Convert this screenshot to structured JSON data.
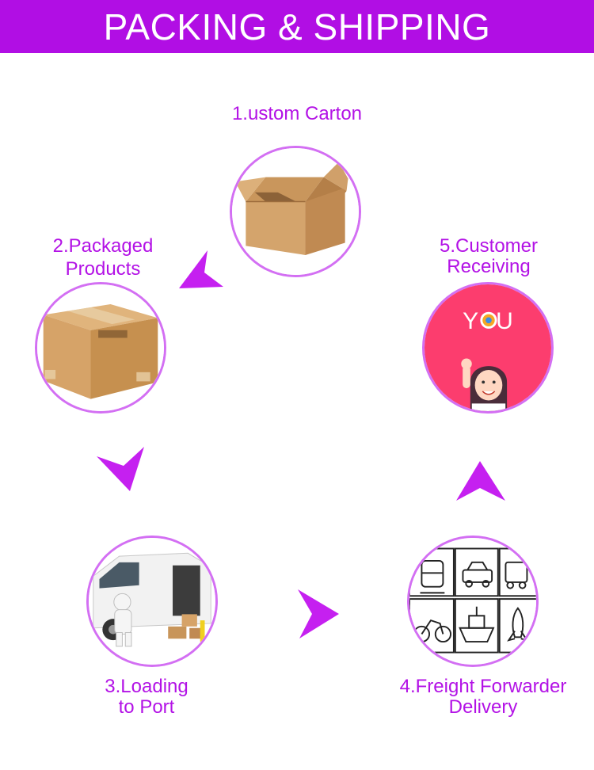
{
  "header": {
    "title": "PACKING & SHIPPING"
  },
  "steps": [
    {
      "lines": [
        "1.ustom Carton"
      ]
    },
    {
      "lines": [
        "2.Packaged",
        "Products"
      ]
    },
    {
      "lines": [
        "3.Loading",
        "to Port"
      ]
    },
    {
      "lines": [
        "4.Freight Forwarder",
        "Delivery"
      ]
    },
    {
      "lines": [
        "5.Customer",
        "Receiving"
      ]
    }
  ],
  "customer_image": {
    "text_left": "Y",
    "text_right": "U"
  },
  "colors": {
    "accent": "#b10ee4",
    "label": "#b312e6",
    "arrow": "#c520f0",
    "circle_border": "#d36ff3",
    "customer_bg": "#fc3d6e"
  },
  "icons": [
    "open-carton-icon",
    "sealed-box-icon",
    "delivery-van-icon",
    "transport-grid-icon",
    "waving-girl-icon",
    "train-icon",
    "taxi-icon",
    "truck-icon",
    "motorbike-icon",
    "ship-icon",
    "rocket-icon"
  ]
}
